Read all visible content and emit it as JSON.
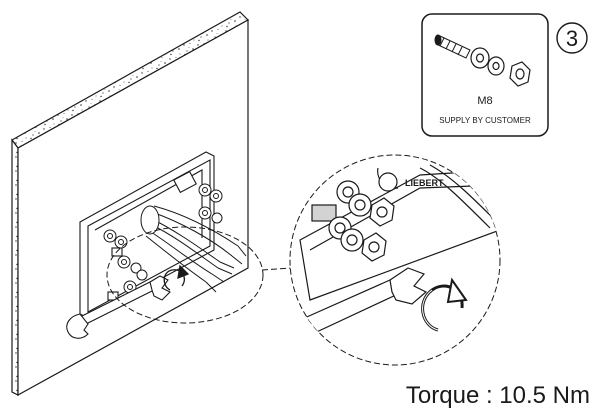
{
  "step": {
    "number": "3"
  },
  "hardware": {
    "size": "M8",
    "note": "SUPPLY BY CUSTOMER"
  },
  "torque": {
    "text": "Torque : 10.5 Nm"
  },
  "colors": {
    "stroke": "#1a1a1a",
    "screw_accent": "#d3d3d3",
    "box_bg": "#ffffff"
  },
  "icons": [
    "wall-slab-icon",
    "bracket-plate-icon",
    "cable-bundle-icon",
    "wrench-icon",
    "rotation-arrow-icon",
    "bolt-icon",
    "washer-icon",
    "nut-icon",
    "detail-magnifier"
  ]
}
